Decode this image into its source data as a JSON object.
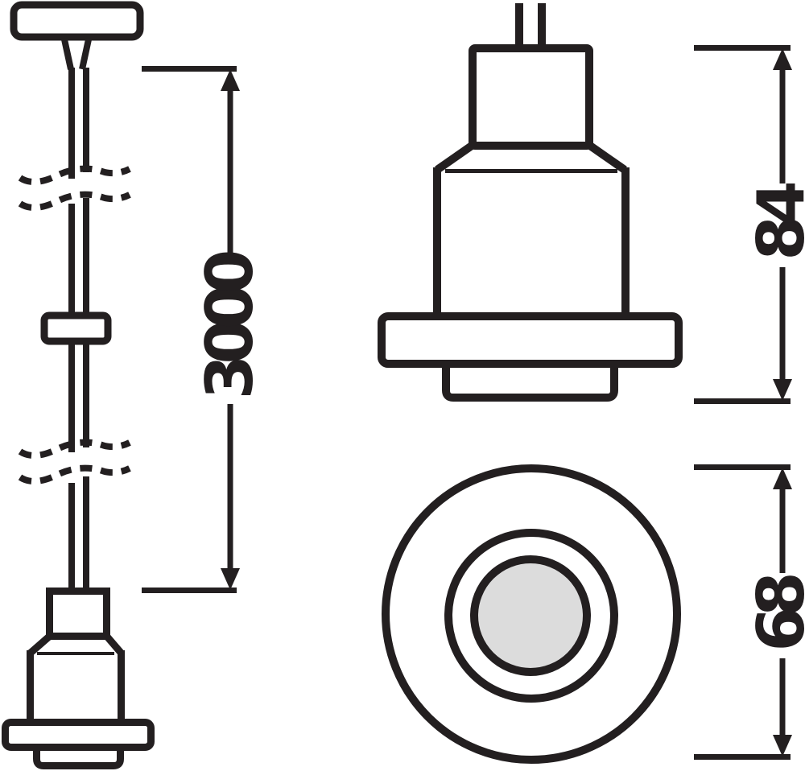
{
  "colors": {
    "line": "#231F20",
    "background": "#FFFFFF",
    "lens": "#DCDCDC"
  },
  "dimensions": {
    "cable_length": {
      "label": "3000"
    },
    "fixture_height": {
      "label": "84"
    },
    "fixture_diameter": {
      "label": "68"
    }
  }
}
